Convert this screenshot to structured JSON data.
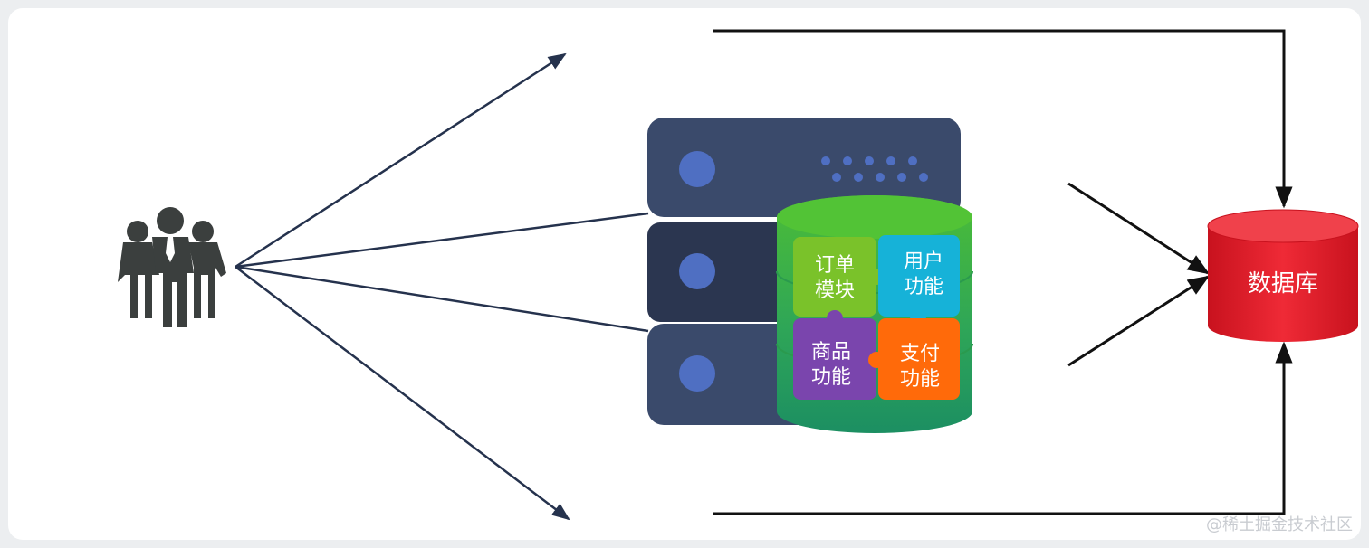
{
  "modules": {
    "order": [
      "订单",
      "模块"
    ],
    "user": [
      "用户",
      "功能"
    ],
    "product": [
      "商品",
      "功能"
    ],
    "payment": [
      "支付",
      "功能"
    ]
  },
  "database": {
    "label": "数据库"
  },
  "watermark": "@稀土掘金技术社区",
  "colors": {
    "server_top": "#3a4a6b",
    "server_mid": "#2b3650",
    "server_bot": "#3a4a6b",
    "server_dot": "#4f6fc2",
    "cylinder_green": "#34a84a",
    "module_order": "#7ac22a",
    "module_user": "#16b2d8",
    "module_product": "#7a45ad",
    "module_payment": "#ff6a0a",
    "database": "#e11f2b",
    "arrow_left": "#25324d",
    "arrow_right": "#111111"
  },
  "icons": [
    "users-icon",
    "server-icon",
    "puzzle-icon",
    "database-icon"
  ]
}
